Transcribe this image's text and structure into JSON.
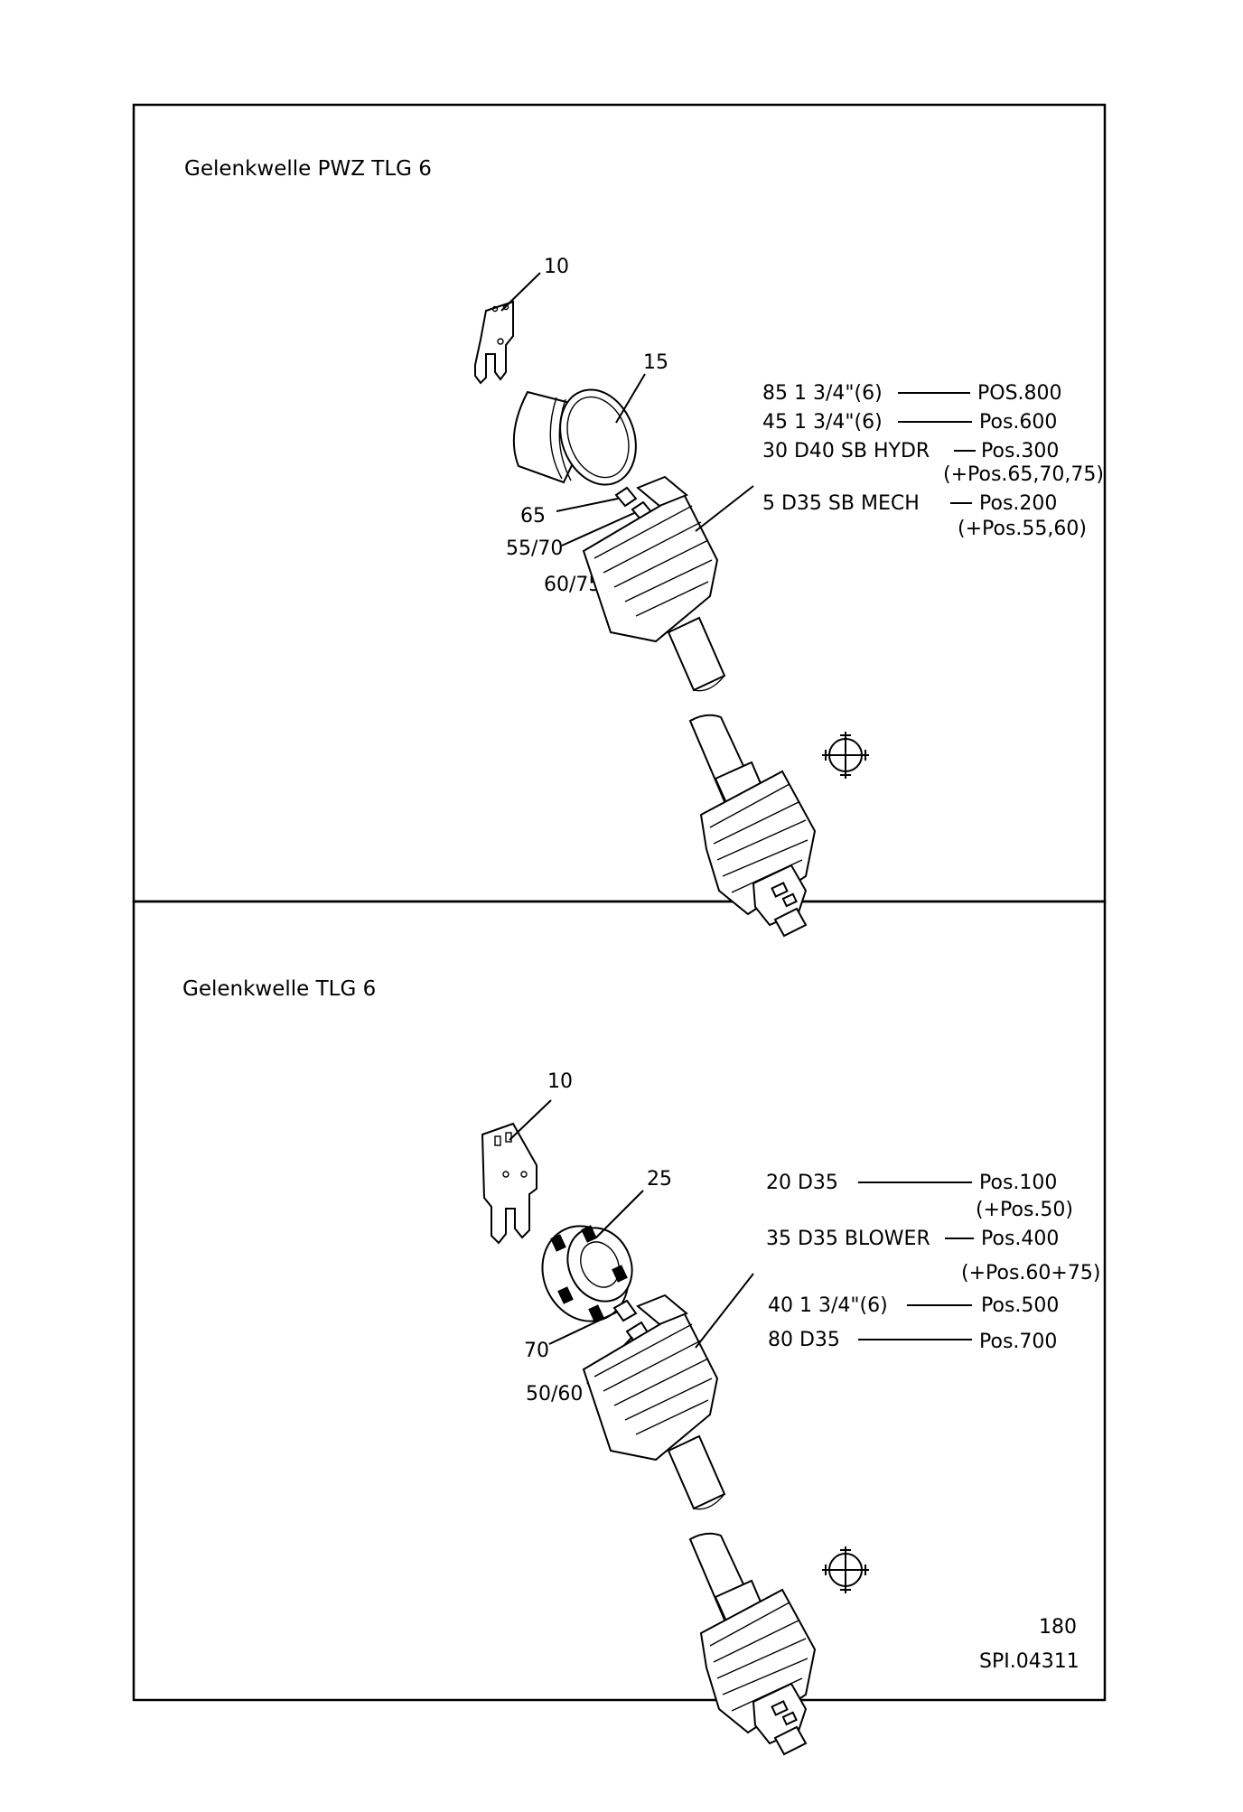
{
  "top_panel": {
    "title": "Gelenkwelle PWZ TLG 6",
    "callouts": {
      "c10": "10",
      "c15": "15",
      "c65": "65",
      "c5570": "55/70",
      "c6075": "60/75"
    },
    "variants": [
      {
        "code": "85 1 3/4\"(6)",
        "pos": "POS.800"
      },
      {
        "code": "45 1 3/4\"(6)",
        "pos": "Pos.600"
      },
      {
        "code": "30 D40 SB HYDR",
        "pos": "Pos.300",
        "note": "(+Pos.65,70,75)"
      },
      {
        "code": "5 D35 SB MECH",
        "pos": "Pos.200",
        "note": "(+Pos.55,60)"
      }
    ]
  },
  "bottom_panel": {
    "title": "Gelenkwelle TLG 6",
    "callouts": {
      "c10": "10",
      "c25": "25",
      "c70": "70",
      "c5060": "50/60"
    },
    "variants": [
      {
        "code": "20 D35",
        "pos": "Pos.100",
        "note": "(+Pos.50)"
      },
      {
        "code": "35 D35 BLOWER",
        "pos": "Pos.400",
        "note": "(+Pos.60+75)"
      },
      {
        "code": "40 1 3/4\"(6)",
        "pos": "Pos.500"
      },
      {
        "code": "80 D35",
        "pos": "Pos.700"
      }
    ]
  },
  "footer": {
    "page": "180",
    "doc_id": "SPI.04311"
  }
}
